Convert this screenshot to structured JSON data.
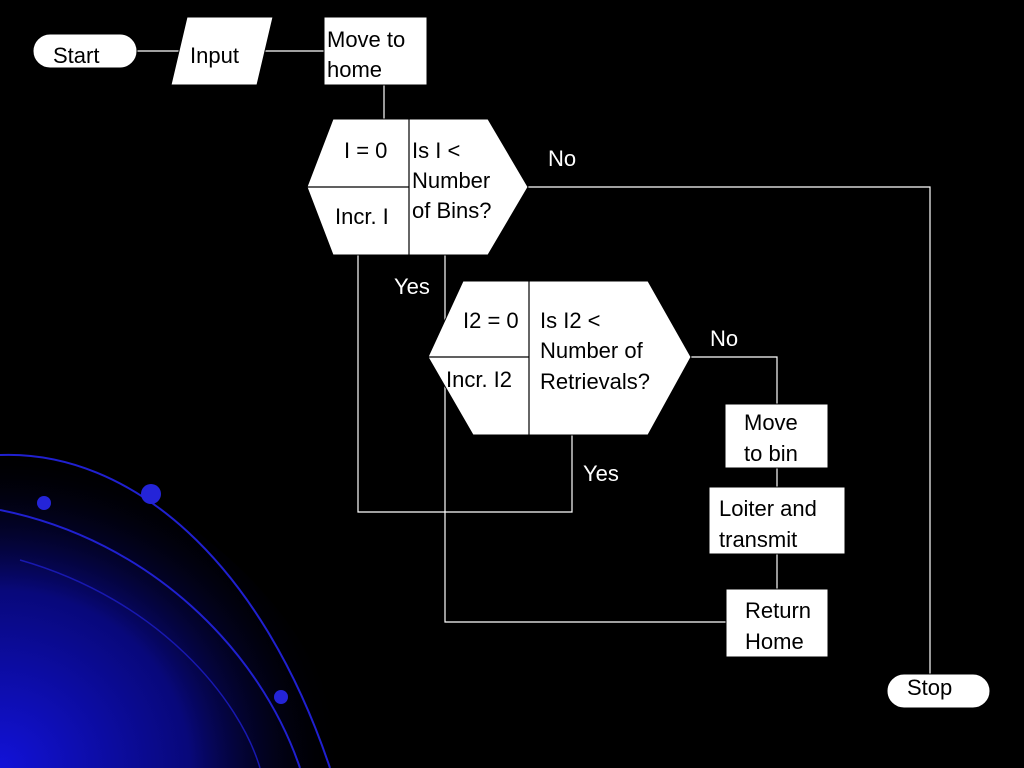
{
  "colors": {
    "background": "#000000",
    "shape_fill": "#ffffff",
    "connector": "#ffffff",
    "decor_blue": "#1010c8"
  },
  "nodes": {
    "start": "Start",
    "input": "Input",
    "move_home": [
      "Move to",
      "home"
    ],
    "loop_i_init": "I = 0",
    "loop_i_incr": "Incr. I",
    "loop_i_test": [
      "Is I <",
      "Number",
      "of Bins?"
    ],
    "loop_i2_init": "I2 = 0",
    "loop_i2_incr": "Incr. I2",
    "loop_i2_test": [
      "Is I2 <",
      "Number of",
      "Retrievals?"
    ],
    "move_bin": [
      "Move",
      "to bin"
    ],
    "loiter": [
      "Loiter and",
      "transmit"
    ],
    "return_home": [
      "Return",
      "Home"
    ],
    "stop": "Stop"
  },
  "edge_labels": {
    "loop_i_no": "No",
    "loop_i_yes": "Yes",
    "loop_i2_no": "No",
    "loop_i2_yes": "Yes"
  }
}
